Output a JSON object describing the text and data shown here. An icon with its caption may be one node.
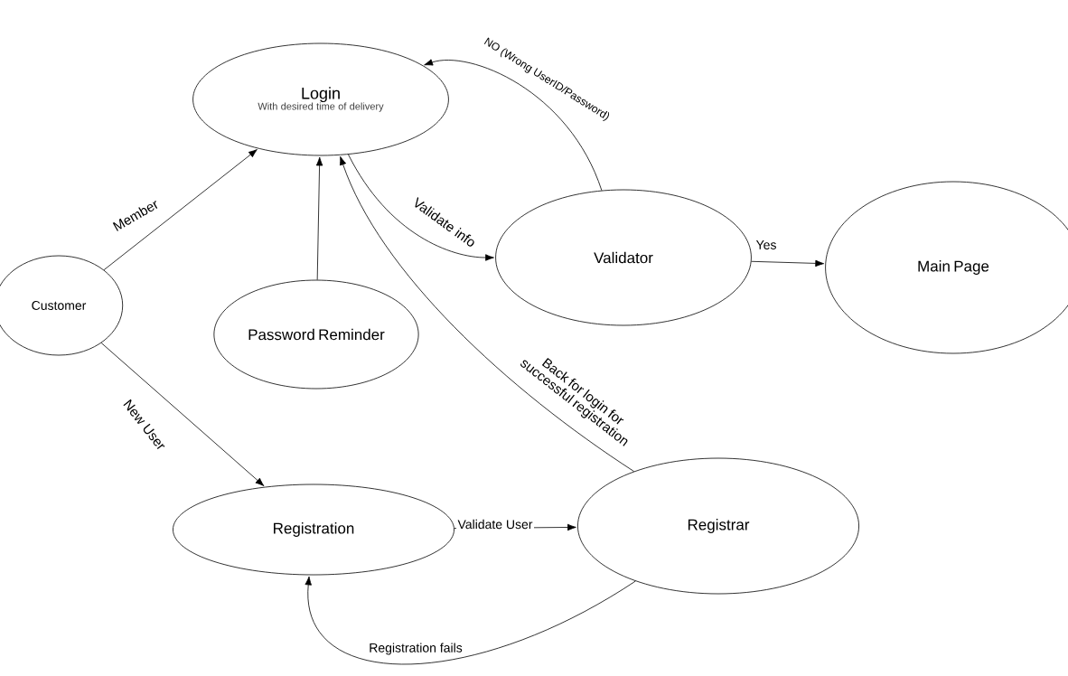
{
  "diagram": {
    "nodes": [
      {
        "text": [
          "Customer"
        ]
      },
      {
        "text": [
          "Login",
          "With desired time of delivery"
        ]
      },
      {
        "text": [
          "Validator"
        ]
      },
      {
        "text": [
          "Main Page"
        ]
      },
      {
        "text": [
          "Password Reminder"
        ]
      },
      {
        "text": [
          "Registration"
        ]
      },
      {
        "text": [
          "Registrar"
        ]
      }
    ],
    "edges": [
      {
        "from": 0,
        "to": 1,
        "arrow": "to",
        "label": "Member"
      },
      {
        "from": 1,
        "to": 2,
        "arrow": "to",
        "label": "Validate info"
      },
      {
        "from": 2,
        "to": 1,
        "arrow": "to",
        "label": "NO (Wrong UserID/Password)"
      },
      {
        "from": 2,
        "to": 3,
        "arrow": "to",
        "label": "Yes"
      },
      {
        "from": 4,
        "to": 1,
        "arrow": "to"
      },
      {
        "from": 6,
        "to": 1,
        "arrow": "to",
        "label": "Back for login for successful registration"
      },
      {
        "from": 0,
        "to": 5,
        "arrow": "to",
        "label": "New User"
      },
      {
        "from": 5,
        "to": 6,
        "arrow": "to",
        "label": "Validate User"
      },
      {
        "from": 6,
        "to": 5,
        "arrow": "to",
        "label": "Registration fails"
      }
    ]
  }
}
